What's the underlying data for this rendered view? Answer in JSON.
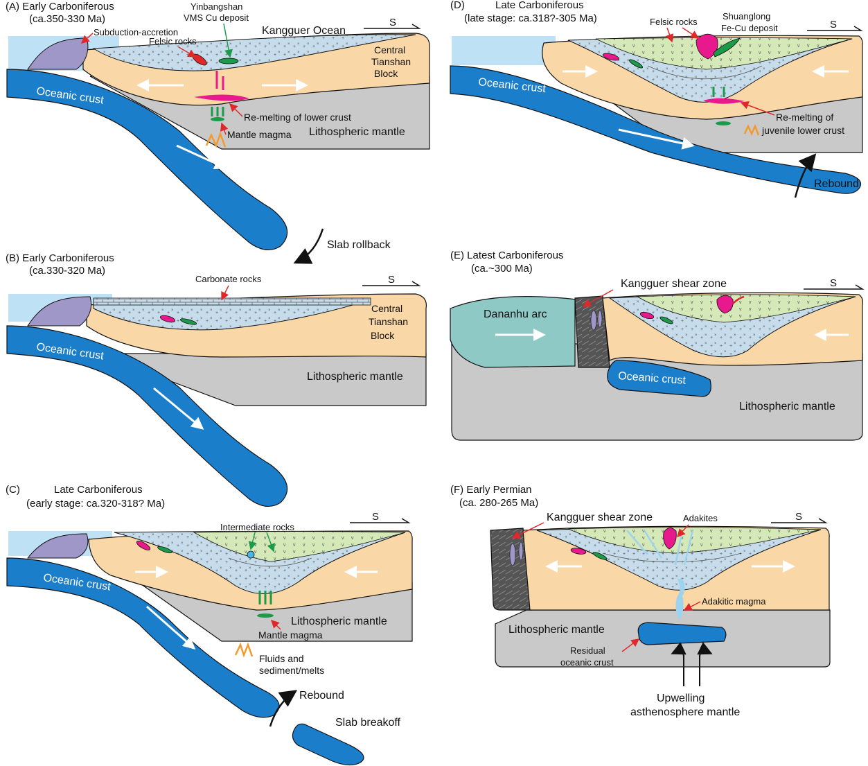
{
  "colors": {
    "ocean_water": "#bfe1f6",
    "oceanic_crust": "#1a7ecb",
    "accretion_wedge": "#9f97c8",
    "block": "#f9d7a6",
    "mantle": "#c9c9c9",
    "sediment_basin": "#c6dcea",
    "green_volcanic": "#d5e8b8",
    "arc": "#8fc9c6",
    "shear_zone": "#555555",
    "arrow_red": "#e0282a",
    "arrow_green": "#1b9a4a",
    "magma_pink": "#e8198c",
    "fluid_orange": "#f29a2e"
  },
  "panel_a": {
    "title_1": "(A) Early Carboniferous",
    "title_2": "(ca.350-330 Ma)",
    "direction": "S",
    "subduction_accretion": "Subduction-accretion",
    "deposit_1": "Yinbangshan",
    "deposit_2": "VMS Cu deposit",
    "felsic": "Felsic rocks",
    "ocean": "Kangguer Ocean",
    "block_1": "Central",
    "block_2": "Tianshan",
    "block_3": "Block",
    "oceanic_crust": "Oceanic crust",
    "remelting": "Re-melting of lower crust",
    "mantle_magma": "Mantle magma",
    "lith_mantle": "Lithospheric mantle",
    "slab_rollback": "Slab rollback"
  },
  "panel_b": {
    "title_1": "(B) Early Carboniferous",
    "title_2": "(ca.330-320 Ma)",
    "direction": "S",
    "carbonate": "Carbonate rocks",
    "block_1": "Central",
    "block_2": "Tianshan",
    "block_3": "Block",
    "oceanic_crust": "Oceanic crust",
    "lith_mantle": "Lithospheric mantle"
  },
  "panel_c": {
    "title_1": "(C)",
    "title_2": "Late Carboniferous",
    "title_3": "(early stage: ca.320-318? Ma)",
    "direction": "S",
    "intermediate": "Intermediate rocks",
    "oceanic_crust": "Oceanic crust",
    "lith_mantle": "Lithospheric mantle",
    "mantle_magma": "Mantle magma",
    "fluids_1": "Fluids and",
    "fluids_2": "sediment/melts",
    "rebound": "Rebound",
    "breakoff": "Slab breakoff"
  },
  "panel_d": {
    "title_1": "(D)",
    "title_2": "Late Carboniferous",
    "title_3": "(late stage: ca.318?-305 Ma)",
    "direction": "S",
    "felsic": "Felsic rocks",
    "deposit_1": "Shuanglong",
    "deposit_2": "Fe-Cu deposit",
    "oceanic_crust": "Oceanic crust",
    "remelting_1": "Re-melting of",
    "remelting_2": "juvenile lower crust",
    "rebound": "Rebound"
  },
  "panel_e": {
    "title_1": "(E) Latest Carboniferous",
    "title_2": "(ca.~300 Ma)",
    "direction": "S",
    "shear": "Kangguer shear zone",
    "arc": "Dananhu arc",
    "oceanic_crust": "Oceanic crust",
    "lith_mantle": "Lithospheric mantle"
  },
  "panel_f": {
    "title_1": "(F) Early Permian",
    "title_2": "(ca. 280-265 Ma)",
    "direction": "S",
    "shear": "Kangguer shear zone",
    "adakites": "Adakites",
    "adakitic_magma": "Adakitic magma",
    "lith_mantle": "Lithospheric mantle",
    "residual_1": "Residual",
    "residual_2": "oceanic crust",
    "upwelling_1": "Upwelling",
    "upwelling_2": "asthenosphere mantle"
  }
}
